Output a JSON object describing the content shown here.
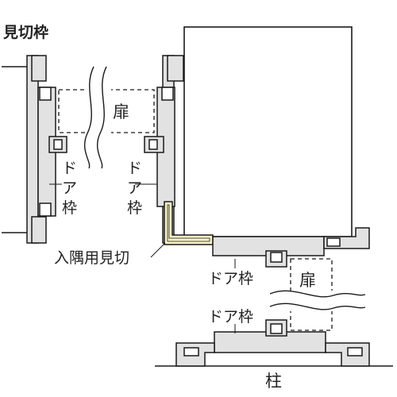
{
  "labels": {
    "title": "見切枠",
    "door_upper": "扉",
    "door_lower": "扉",
    "frame_left_char1": "ド",
    "frame_left_char2": "ア",
    "frame_left_char3": "枠",
    "frame_mid_char1": "ド",
    "frame_mid_char2": "ア",
    "frame_mid_char3": "枠",
    "frame_lower_1": "ドア枠",
    "frame_lower_2": "ドア枠",
    "corner_trim": "入隅用見切",
    "pillar": "柱"
  },
  "colors": {
    "frame_fill": "#e2e2e2",
    "trim_fill": "#f7f2c6",
    "line": "#1a1a1a",
    "background": "#ffffff"
  }
}
